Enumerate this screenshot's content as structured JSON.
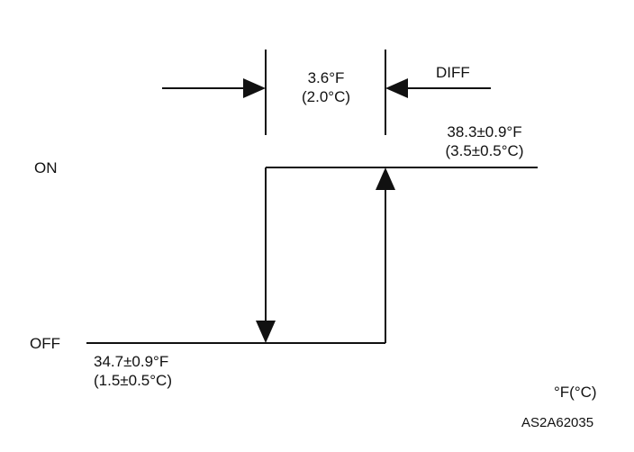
{
  "diagram": {
    "state_on": "ON",
    "state_off": "OFF",
    "diff_label": "DIFF",
    "differential": {
      "fahrenheit": "3.6°F",
      "celsius": "(2.0°C)"
    },
    "on_point": {
      "fahrenheit": "38.3±0.9°F",
      "celsius": "(3.5±0.5°C)"
    },
    "off_point": {
      "fahrenheit": "34.7±0.9°F",
      "celsius": "(1.5±0.5°C)"
    },
    "unit": "°F(°C)",
    "figure_code": "AS2A62035"
  },
  "style": {
    "line_color": "#111111",
    "background": "#ffffff"
  }
}
